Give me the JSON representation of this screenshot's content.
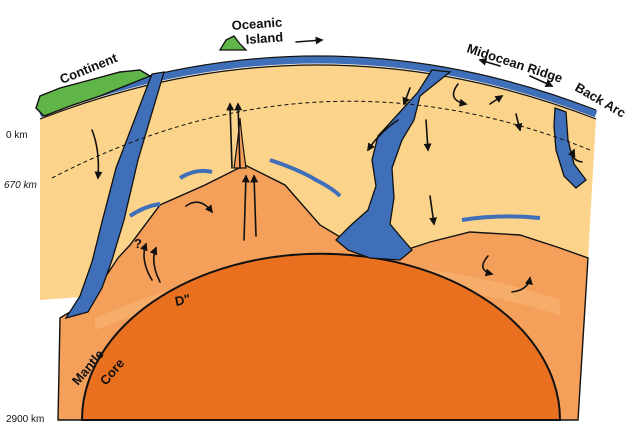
{
  "labels": {
    "continent": "Continent",
    "oceanic_island_line1": "Oceanic",
    "oceanic_island_line2": "Island",
    "midocean_ridge": "Midocean Ridge",
    "back_arc": "Back Arc",
    "depth_0": "0 km",
    "depth_670": "670 km",
    "depth_2900": "2900 km",
    "d_double_prime": "D\"",
    "mantle": "Mantle",
    "core": "Core",
    "question_mark": "?"
  },
  "colors": {
    "upper_mantle": "#fbd38a",
    "lower_mantle": "#f5a05a",
    "lower_mantle_light": "#f7ad6a",
    "core": "#e8701f",
    "plate": "#3f6fb8",
    "continent": "#5fb548",
    "outline": "#111111"
  }
}
